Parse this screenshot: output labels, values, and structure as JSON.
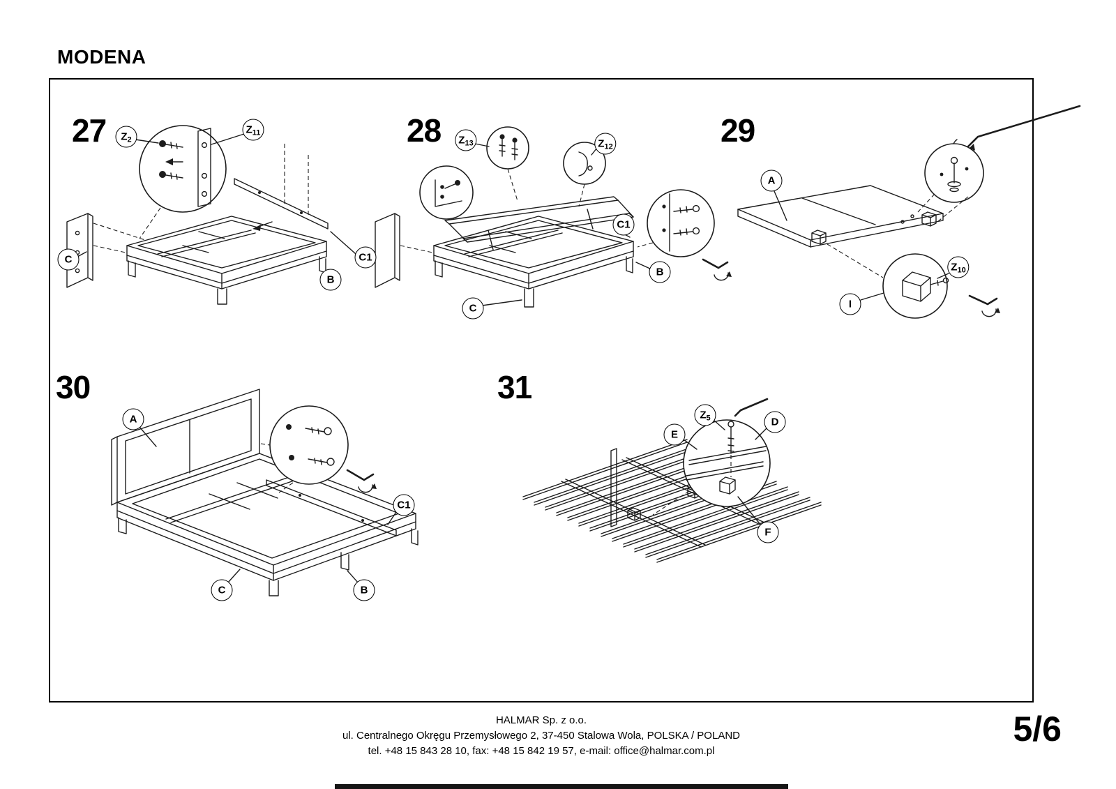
{
  "title": "MODENA",
  "page_number": "5/6",
  "footer": {
    "line1": "HALMAR Sp. z o.o.",
    "line2": "ul. Centralnego Okręgu Przemysłowego 2, 37-450 Stalowa Wola, POLSKA / POLAND",
    "line3": "tel. +48 15 843 28 10, fax: +48 15 842 19 57, e-mail: office@halmar.com.pl"
  },
  "steps": [
    {
      "number": "27",
      "callouts": [
        {
          "label": "Z",
          "sub": "2"
        },
        {
          "label": "Z",
          "sub": "11"
        },
        {
          "label": "C"
        },
        {
          "label": "C1"
        },
        {
          "label": "B"
        }
      ]
    },
    {
      "number": "28",
      "callouts": [
        {
          "label": "Z",
          "sub": "13"
        },
        {
          "label": "Z",
          "sub": "12"
        },
        {
          "label": "C1"
        },
        {
          "label": "B"
        },
        {
          "label": "C"
        }
      ]
    },
    {
      "number": "29",
      "callouts": [
        {
          "label": "A"
        },
        {
          "label": "Z",
          "sub": "10"
        },
        {
          "label": "I"
        }
      ]
    },
    {
      "number": "30",
      "callouts": [
        {
          "label": "A"
        },
        {
          "label": "C1"
        },
        {
          "label": "C"
        },
        {
          "label": "B"
        }
      ]
    },
    {
      "number": "31",
      "callouts": [
        {
          "label": "Z",
          "sub": "5"
        },
        {
          "label": "E"
        },
        {
          "label": "D"
        },
        {
          "label": "F"
        }
      ]
    }
  ]
}
